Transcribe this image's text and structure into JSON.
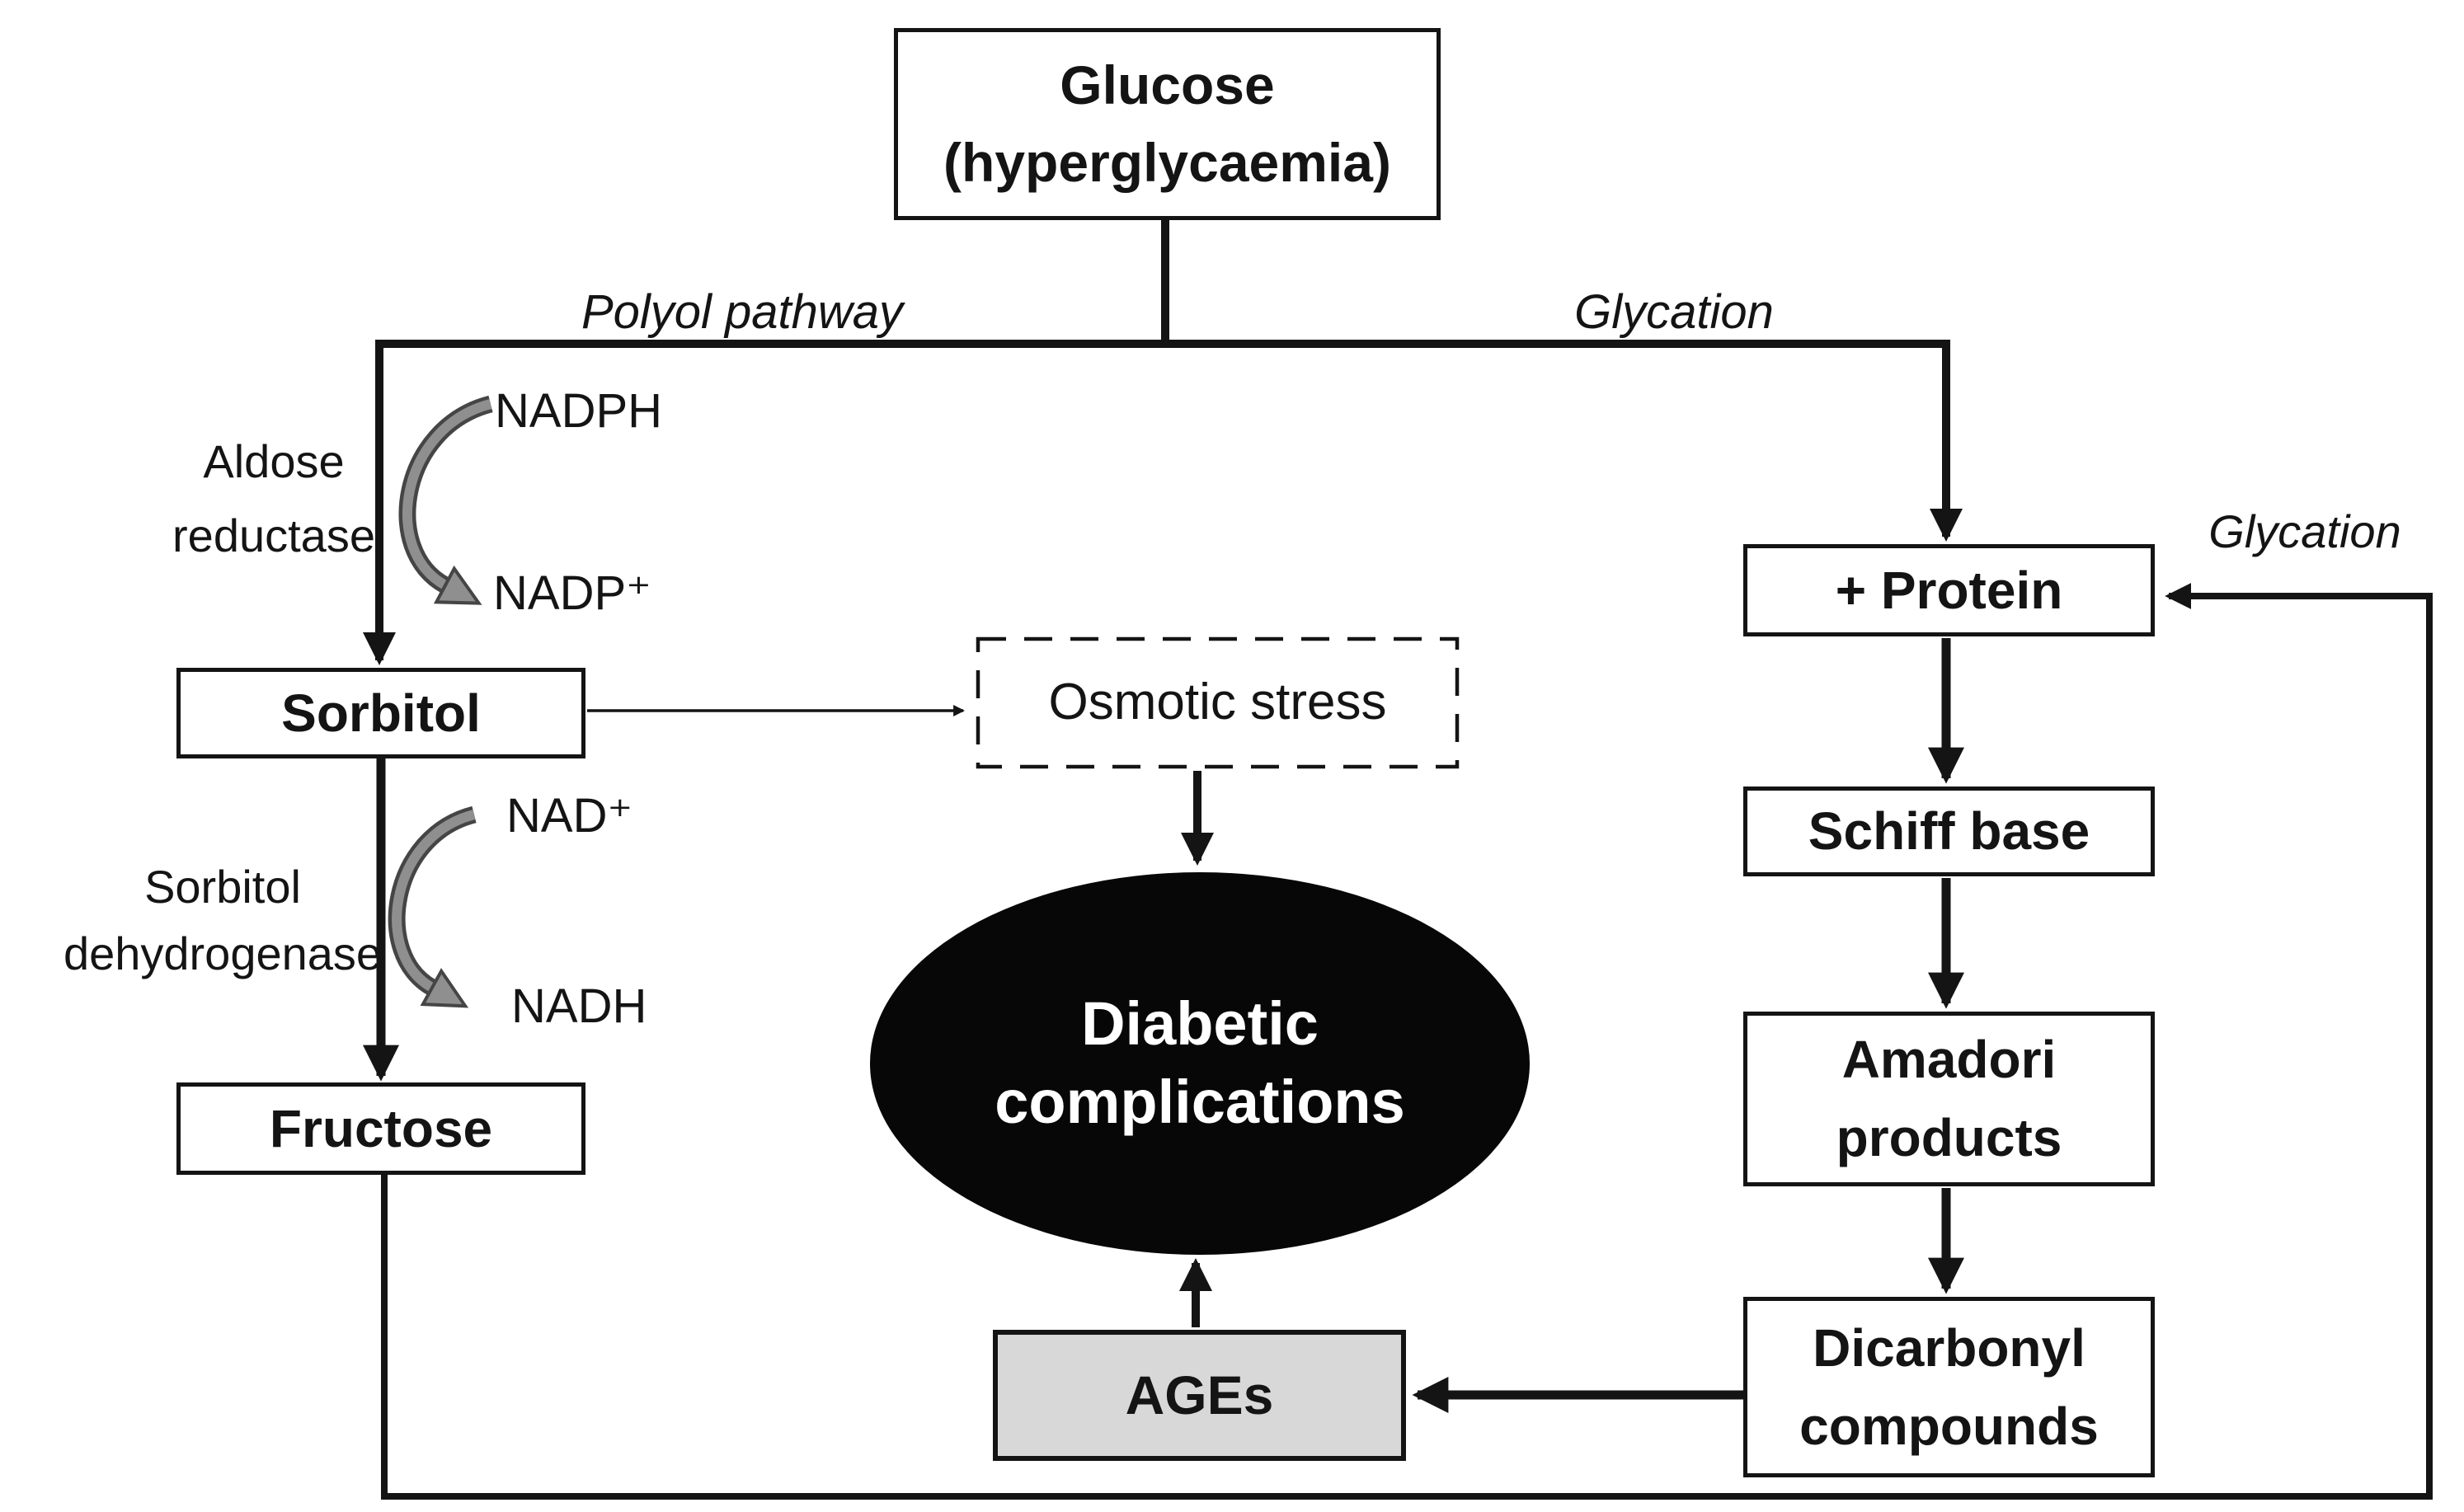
{
  "diagram": {
    "background": "#ffffff",
    "line_color": "#141414",
    "curved_arrow_fill": "#8f8f8f",
    "curved_arrow_outline": "#454545",
    "ages_fill": "#d8d8d8",
    "ellipse_fill": "#070707",
    "ellipse_text_color": "#ffffff"
  },
  "nodes": {
    "glucose": {
      "label": "Glucose\n(hyperglycaemia)"
    },
    "sorbitol": {
      "label": "Sorbitol"
    },
    "fructose": {
      "label": "Fructose"
    },
    "osmotic_stress": {
      "label": "Osmotic stress"
    },
    "diabetic_complications": {
      "label": "Diabetic\ncomplications"
    },
    "ages": {
      "label": "AGEs"
    },
    "protein": {
      "label": "+ Protein"
    },
    "schiff_base": {
      "label": "Schiff base"
    },
    "amadori_products": {
      "label": "Amadori\nproducts"
    },
    "dicarbonyl_compounds": {
      "label": "Dicarbonyl\ncompounds"
    }
  },
  "labels": {
    "polyol_pathway": "Polyol pathway",
    "glycation_top": "Glycation",
    "glycation_right": "Glycation",
    "aldose_reductase": "Aldose\nreductase",
    "sorbitol_dehydrogenase": "Sorbitol\ndehydrogenase",
    "nadph": "NADPH",
    "nadp_plus": "NADP⁺",
    "nad_plus": "NAD⁺",
    "nadh": "NADH"
  }
}
